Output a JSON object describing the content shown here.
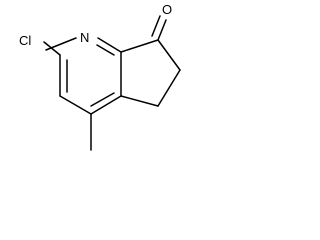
{
  "molecule": {
    "atoms": {
      "chlorine": "Cl",
      "nitrogen": "N",
      "oxygen": "O"
    },
    "colors": {
      "bond": "#000000",
      "label": "#000000",
      "background": "#ffffff"
    }
  }
}
